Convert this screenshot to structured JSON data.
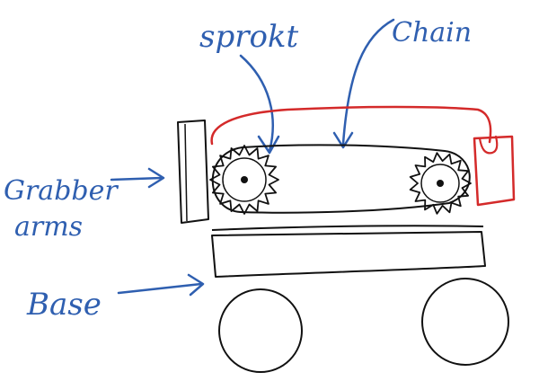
{
  "labels": {
    "sprocket": "sprokt",
    "chain": "Chain",
    "grabber_line1": "Grabber",
    "grabber_line2": "arms",
    "base": "Base"
  },
  "colors": {
    "ink": "#111111",
    "blue": "#2f5fb0",
    "red": "#d42a2a"
  }
}
